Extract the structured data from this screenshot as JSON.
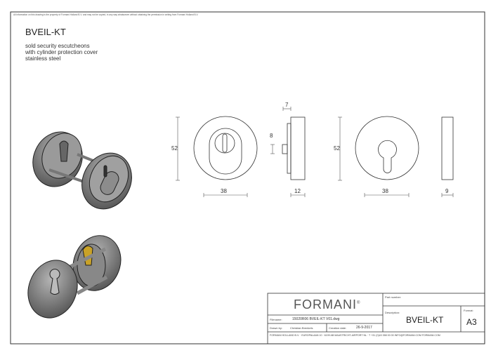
{
  "notice": "All information on this drawing is the property of Formani Holland B.V. and may not be copied, in any way whatsoever without obtaining the permission in writing from Formani Holland B.V.",
  "header": {
    "title": "BVEIL-KT",
    "description_lines": [
      "sold security escutcheons",
      "with cylinder protection cover",
      "stainless steel"
    ]
  },
  "dimensions": {
    "front_height": "52",
    "front_width": "38",
    "side_offset": "7",
    "side_cover": "8",
    "side_depth": "12",
    "back_height": "52",
    "back_width": "38",
    "back_depth": "9"
  },
  "title_block": {
    "logo": "FORMANI",
    "logo_mark": "®",
    "filename_label": "Filename:",
    "filename": "15020R06 BVEIL-KT V01.dwg",
    "drawn_by_label": "Drawn by:",
    "drawn_by": "Christian Brenkels",
    "creation_date_label": "Creation date:",
    "creation_date": "26-9-2017",
    "part_number_label": "Part number:",
    "description_label": "Description:",
    "description": "BVEIL-KT",
    "format_label": "Format:",
    "format": "A3",
    "address": "FORMANI HOLLAND B.V. · EUROPALAAN 10 · 6199 AB MAASTRICHT-AIRPORT NL · T +31 (0)43 358 00 00 INFO@FORMANI.COM FORMANI.COM"
  },
  "colors": {
    "line": "#333333",
    "metal": "#8a8a8a",
    "brass": "#c9a227"
  }
}
